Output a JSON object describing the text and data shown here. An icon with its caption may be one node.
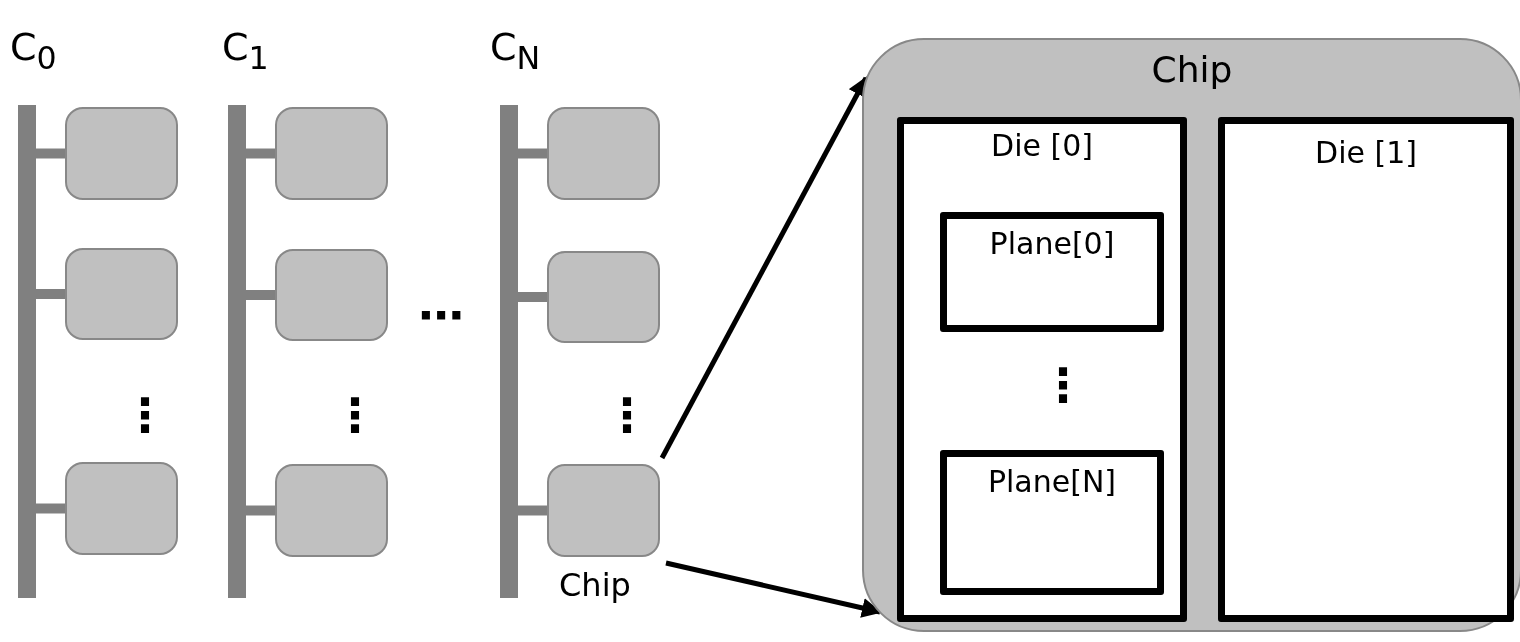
{
  "diagram": {
    "nodes": [
      {
        "text": [
          "C$_{0}$"
        ]
      },
      {
        "text": [],
        "shape": "box"
      },
      {
        "text": [],
        "shape": "box"
      },
      {
        "text": [],
        "shape": "box"
      },
      {
        "text": [
          "C$_{1}$"
        ]
      },
      {
        "text": [],
        "shape": "box"
      },
      {
        "text": [],
        "shape": "box"
      },
      {
        "text": [],
        "shape": "box"
      },
      {
        "text": [
          "C$_{N}$"
        ]
      },
      {
        "text": [],
        "shape": "box"
      },
      {
        "text": [],
        "shape": "box"
      },
      {
        "text": [],
        "shape": "box",
        "beside": [
          "Chip"
        ]
      },
      {
        "text": [
          "Chip"
        ]
      },
      {
        "text": [
          "Die [0]"
        ],
        "in": 12
      },
      {
        "text": [
          "Plane[0]"
        ],
        "in": 13
      },
      {
        "text": [
          "Plane[N]"
        ],
        "in": 13
      },
      {
        "text": [
          "Die [1]"
        ],
        "in": 12
      }
    ],
    "edges": [
      {
        "from": 0,
        "to": 1,
        "arrow": "none"
      },
      {
        "from": 0,
        "to": 2,
        "arrow": "none"
      },
      {
        "from": 0,
        "to": 3,
        "arrow": "none"
      },
      {
        "from": 4,
        "to": 5,
        "arrow": "none"
      },
      {
        "from": 4,
        "to": 6,
        "arrow": "none"
      },
      {
        "from": 4,
        "to": 7,
        "arrow": "none"
      },
      {
        "from": 8,
        "to": 9,
        "arrow": "none"
      },
      {
        "from": 8,
        "to": 10,
        "arrow": "none"
      },
      {
        "from": 8,
        "to": 11,
        "arrow": "none"
      },
      {
        "from": 11,
        "to": 12,
        "arrow": "to",
        "color": "#000000"
      },
      {
        "from": 11,
        "to": 12,
        "arrow": "to",
        "color": "#000000"
      }
    ],
    "labels": [
      "⋯",
      "⋮",
      "⋮",
      "⋮",
      "⋮"
    ]
  }
}
